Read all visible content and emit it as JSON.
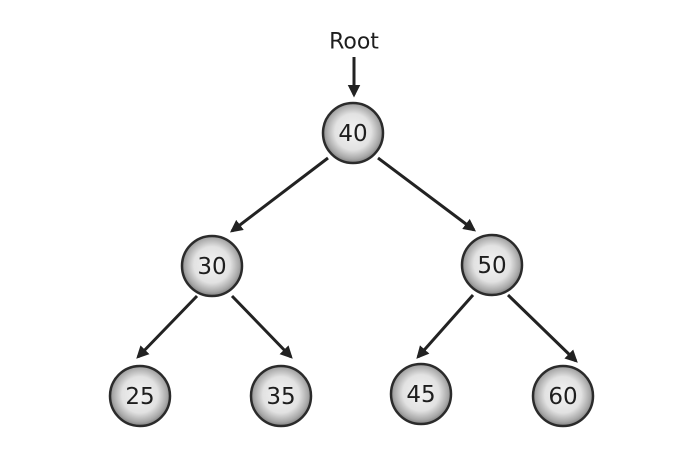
{
  "root_label": "Root",
  "nodes": {
    "n40": "40",
    "n30": "30",
    "n50": "50",
    "n25": "25",
    "n35": "35",
    "n45": "45",
    "n60": "60"
  }
}
